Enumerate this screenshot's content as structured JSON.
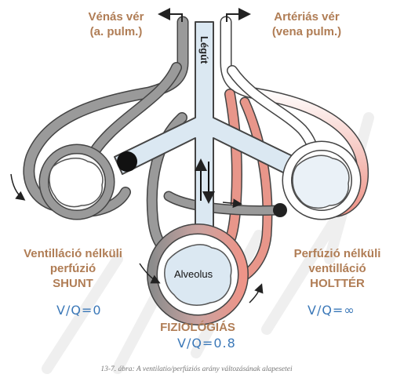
{
  "labels": {
    "venous_line1": "Vénás vér",
    "venous_line2": "(a. pulm.)",
    "arterial_line1": "Artériás vér",
    "arterial_line2": "(vena pulm.)",
    "airway": "Légút",
    "alveolus": "Alveolus",
    "shunt_line1": "Ventilláció nélküli",
    "shunt_line2": "perfúzió",
    "shunt_line3": "SHUNT",
    "shunt_ratio": "V/Q=0",
    "deadspace_line1": "Perfúzió nélküli",
    "deadspace_line2": "ventilláció",
    "deadspace_line3": "HOLTTÉR",
    "deadspace_ratio": "V/Q=∞",
    "physio_title": "FIZIOLÓGIÁS",
    "physio_ratio": "V/Q=0.8",
    "caption": "13-7. ábra: A ventilatio/perfúziós arány változásának alapesetei"
  },
  "colors": {
    "label_brown": "#b07d55",
    "ratio_blue": "#3b78b8",
    "airway_fill": "#dbe8f2",
    "venous_gray": "#8a8a8a",
    "arterial_red": "#e8968a",
    "watermark": "#eeeeee"
  }
}
